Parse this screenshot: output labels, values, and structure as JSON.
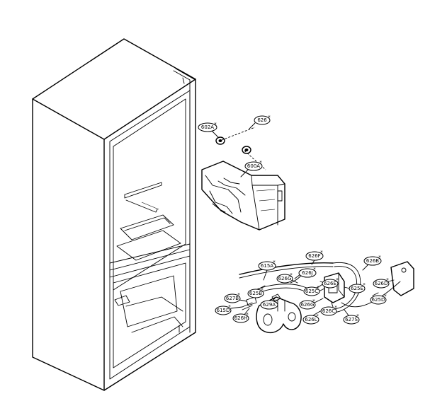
{
  "callouts": {
    "c602a": "602A",
    "c626": "626",
    "c600a": "600A",
    "c615a": "615A",
    "c626f": "626F",
    "c626b": "626B",
    "c626j": "626J",
    "c626g": "626G",
    "c625b": "625B",
    "c625e": "625E",
    "c626e": "626E",
    "c625c": "625C",
    "c627b": "627B",
    "c629a": "629A",
    "c615d": "615D",
    "c626g2": "626G",
    "c626c": "626C",
    "c626d": "626D",
    "c625d": "625D",
    "c626h": "626H",
    "c626l": "626L",
    "c627s": "627S"
  }
}
